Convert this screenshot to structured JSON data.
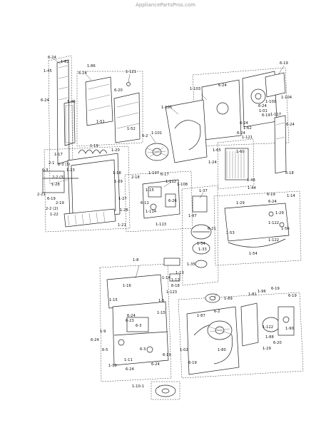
{
  "watermark": "AppliancePartsPros.com",
  "labels": {
    "l_6_24_a": "6-24",
    "l_1_62": "1-62",
    "l_1_45": "1-45",
    "l_1_86": "1-86",
    "l_6_24_b": "6-24",
    "l_1_121_a": "1-121",
    "l_6_20_a": "6-20",
    "l_6_24_c": "6-24",
    "l_1_46": "1-46",
    "l_1_51": "1-51",
    "l_1_52": "1-52",
    "l_1_106": "1-106",
    "l_1_103": "1-103",
    "l_6_24_d": "6-24",
    "l_6_19_a": "6-19",
    "l_1_104": "1-104",
    "l_1_100": "1-100",
    "l_6_24_e": "6-24",
    "l_1_01": "1-01",
    "l_6_19_b": "6-19",
    "l_1_117": "1-117",
    "l_6_24_f": "6-24",
    "l_6_24_g": "6-24",
    "l_1_62_b": "1-62",
    "l_6_24_h": "6-24",
    "l_6_2": "6-2",
    "l_1_101": "1-101",
    "l_1_65": "1-65",
    "l_1_60": "1-60",
    "l_1_24": "1-24",
    "l_1_48": "1-48",
    "l_6_18": "6-18",
    "l_1_121_b": "1-121",
    "l_1_17": "1-17",
    "l_1_19": "1-19",
    "l_1_20": "1-20",
    "l_1_18": "1-18",
    "l_2_1": "2-1",
    "l_2_3_3": "2-3 (3)",
    "l_1_23": "1-23",
    "l_6_3": "6-3",
    "l_1_29": "1-29",
    "l_2_2_3": "2-2 (3)",
    "l_1_28": "1-28",
    "l_2_21": "2-21",
    "l_6_19_c": "6-19",
    "l_2_19": "2-19",
    "l_2_2_2": "2-2 (2)",
    "l_1_27": "1-27",
    "l_1_26": "1-26",
    "l_1_22": "1-22",
    "l_1_21": "1-21",
    "l_1_107": "1-107",
    "l_6_17": "6-17",
    "l_2_18": "2-18",
    "l_1_112": "1-112",
    "l_1_108": "1-108",
    "l_1_15": "1-15",
    "l_1_37": "1-37",
    "l_1_44": "1-44",
    "l_1_14": "1-14",
    "l_6_19_d": "6-19",
    "l_6_24_i": "6-24",
    "l_1_29_b": "1-29",
    "l_6_26": "6-26",
    "l_1_113": "1-113",
    "l_1_114": "1-114",
    "l_6_11": "6-11",
    "l_1_97": "1-97",
    "l_6_21": "6-21",
    "l_1_34": "1-34",
    "l_1_33": "1-33",
    "l_1_35": "1-35",
    "l_1_122": "1-122",
    "l_1_122_b": "1-122",
    "l_1_29_c": "1-29",
    "l_1_56": "1-56",
    "l_1_54": "1-54",
    "l_1_53": "1-53",
    "l_1_8": "1-8",
    "l_1_13": "1-13",
    "l_1_12": "1-12",
    "l_1_14_b": "1-14",
    "l_1_16": "1-16",
    "l_6_18_b": "6-18",
    "l_1_123": "1-123",
    "l_1_15_b": "1-15",
    "l_1_15_c": "1-15",
    "l_6_24_j": "6-24",
    "l_6_23": "6-23",
    "l_6_3_b": "6-3",
    "l_1_9": "1-9",
    "l_6_24_k": "6-24",
    "l_6_5": "6-5",
    "l_1_11": "1-11",
    "l_6_24_l": "6-24",
    "l_6_3_c": "6-3",
    "l_6_19_e": "6-19",
    "l_6_24_m": "6-24",
    "l_1_10": "1-10",
    "l_1_5": "1-5",
    "l_1_89": "1-89",
    "l_1_96": "1-96",
    "l_1_81": "1-81",
    "l_6_19_f": "6-19",
    "l_6_19_g": "6-19",
    "l_1_87": "1-87",
    "l_6_2_b": "6-2",
    "l_1_90": "1-90",
    "l_1_122_c": "1-122",
    "l_1_88": "1-88",
    "l_6_20_b": "6-20",
    "l_1_29_d": "1-29",
    "l_1_02": "1-02",
    "l_1_80": "1-80",
    "l_6_19_h": "6-19",
    "l_1_10_1": "1-10-1"
  }
}
